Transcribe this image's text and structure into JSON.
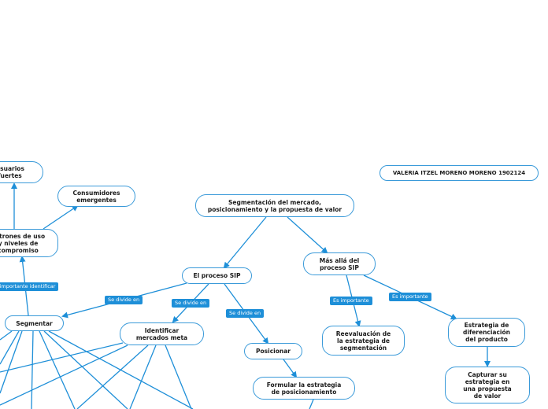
{
  "diagram": {
    "author": "VALERIA ITZEL MORENO MORENO 1902124",
    "nodes": {
      "root": "Segmentación del mercado,\nposicionamiento y la propuesta de valor",
      "proceso_sip": "El proceso SIP",
      "mas_alla": "Más allá del\nproceso SIP",
      "segmentar": "Segmentar",
      "identificar": "Identificar\nmercados meta",
      "posicionar": "Posicionar",
      "formular": "Formular la estrategia\nde posicionamiento",
      "reevaluacion": "Reevaluación de\nla estrategia de\nsegmentación",
      "estrategia_dif": "Estrategia de\ndiferenciación\ndel producto",
      "capturar": "Capturar su\nestrategia en\nuna propuesta\nde valor",
      "patrones": "Patrones de uso\ny niveles de\ncompromiso",
      "usuarios": "Usuarios\nfuertes",
      "consumidores": "Consumidores\nemergentes"
    },
    "edge_labels": {
      "divide_1": "Se divide en",
      "divide_2": "Se divide en",
      "divide_3": "Se divide en",
      "importante_1": "Es importante",
      "importante_2": "Es importante",
      "importante_identificar": "Es importante identificar"
    }
  }
}
